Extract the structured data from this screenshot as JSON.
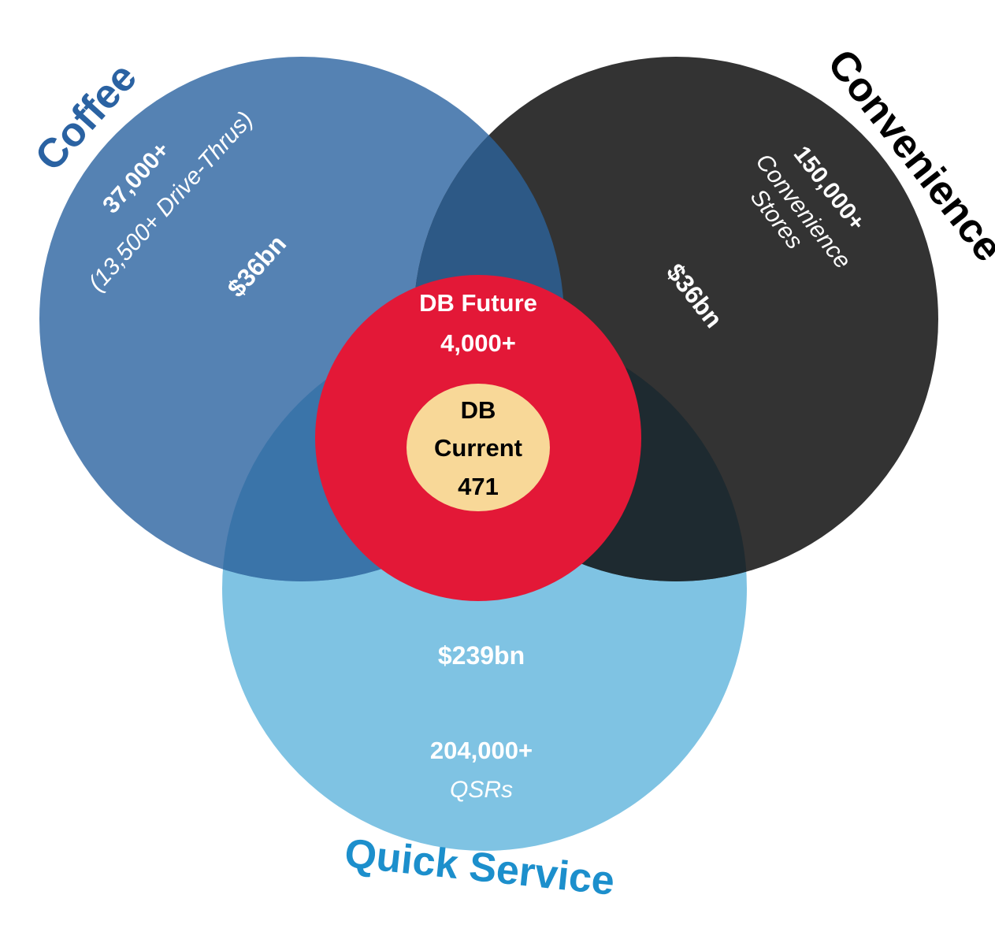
{
  "colors": {
    "coffee": "#5582b3",
    "convenience": "#333333",
    "quick_service": "#7fc3e3",
    "coffee_convenience_overlap": "#2d5986",
    "coffee_qsr_overlap": "#3a74a9",
    "convenience_qsr_overlap": "#1e2a30",
    "db_future": "#e31837",
    "db_current": "#f8d898",
    "coffee_label": "#2a62a2",
    "convenience_label": "#000000",
    "quick_service_label": "#1c8fcc",
    "white_text": "#ffffff",
    "dark_text": "#000000"
  },
  "coffee": {
    "label": "Coffee",
    "count": "37,000+",
    "detail": "(13,500+ Drive-Thrus)",
    "market": "$36bn"
  },
  "convenience": {
    "label": "Convenience",
    "count": "150,000+",
    "detail_line1": "Convenience",
    "detail_line2": "Stores",
    "market": "$36bn"
  },
  "quick_service": {
    "label": "Quick Service",
    "market": "$239bn",
    "count": "204,000+",
    "detail": "QSRs"
  },
  "db_future": {
    "line1": "DB Future",
    "line2": "4,000+"
  },
  "db_current": {
    "line1": "DB",
    "line2": "Current",
    "line3": "471"
  }
}
